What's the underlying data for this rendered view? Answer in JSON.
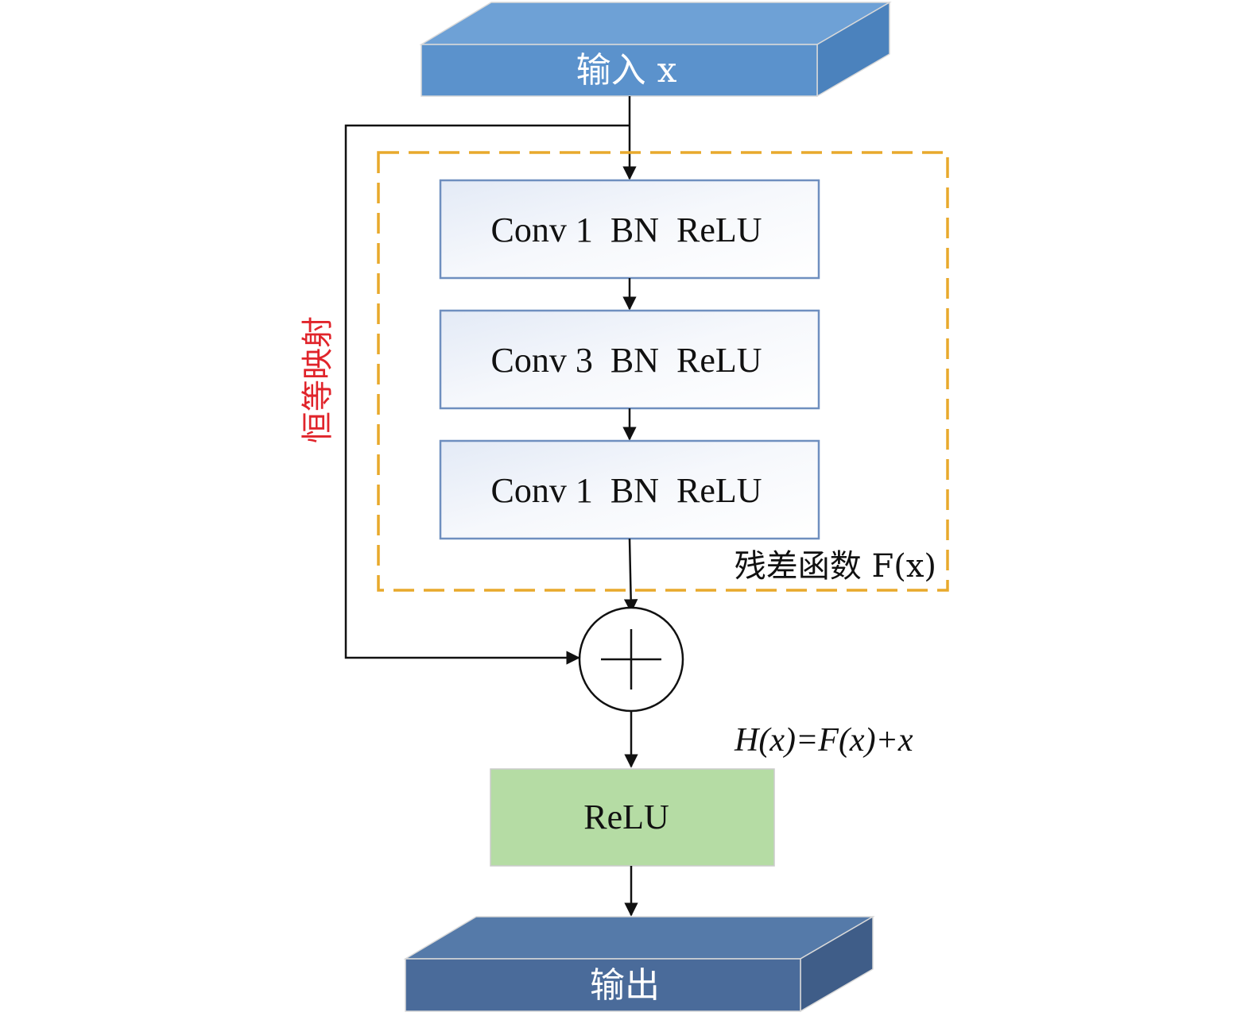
{
  "input": {
    "label": "输入 x"
  },
  "residual_blocks": [
    {
      "label": "Conv 1  BN  ReLU"
    },
    {
      "label": "Conv 3  BN  ReLU"
    },
    {
      "label": "Conv 1  BN  ReLU"
    }
  ],
  "residual_group": {
    "label": "残差函数 F(x)",
    "border_color": "#e8a92c"
  },
  "identity": {
    "label": "恒等映射",
    "color": "#e0242b"
  },
  "sum_node": {
    "symbol": "+"
  },
  "formula": {
    "text": "H(x)=F(x)+x"
  },
  "activation": {
    "label": "ReLU",
    "color": "#b5dca4"
  },
  "output": {
    "label": "输出"
  },
  "colors": {
    "input_front": "#5b92cc",
    "input_top": "#6ea1d6",
    "input_side": "#4b82bd",
    "output_front": "#4a6b9a",
    "output_top": "#557aa9",
    "output_side": "#3f5d88",
    "block_border": "#6f8fbf"
  }
}
